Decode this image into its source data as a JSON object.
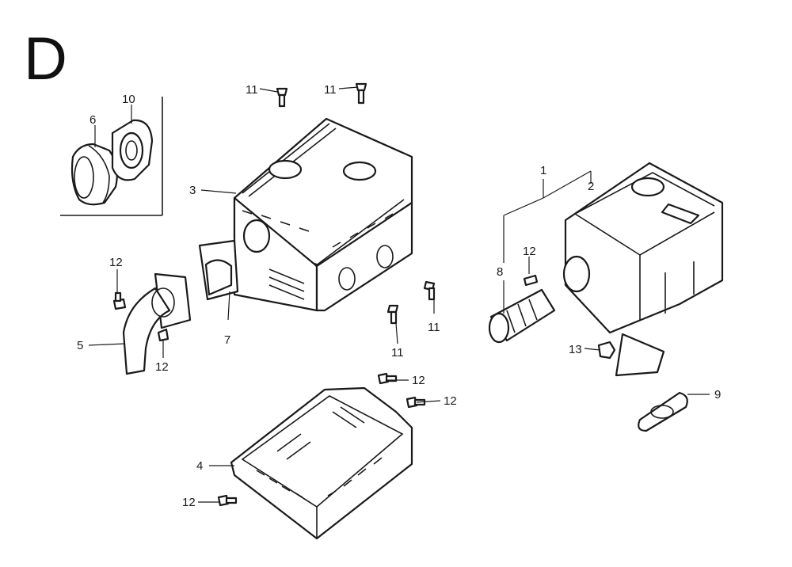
{
  "section_letter": "D",
  "callouts": {
    "c1": "1",
    "c2": "2",
    "c3": "3",
    "c4": "4",
    "c5": "5",
    "c6": "6",
    "c7": "7",
    "c8": "8",
    "c9": "9",
    "c10": "10",
    "c11a": "11",
    "c11b": "11",
    "c11c": "11",
    "c11d": "11",
    "c12a": "12",
    "c12b": "12",
    "c12c": "12",
    "c12d": "12",
    "c12e": "12",
    "c12f": "12",
    "c13": "13"
  }
}
